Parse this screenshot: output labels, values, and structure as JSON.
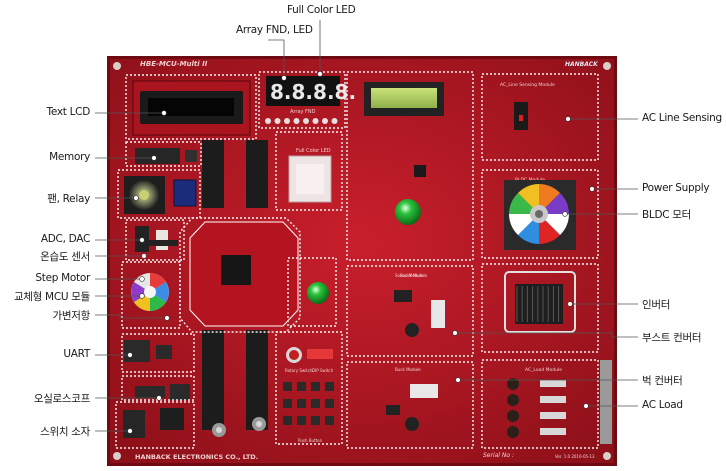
{
  "board": {
    "model": "HBE-MCU-Multi II",
    "maker": "HANBACK ELECTRONICS CO., LTD.",
    "serial": "Serial No :",
    "version": "Ver. 1.0 2010-05-13",
    "brand": "HANBACK",
    "fnd_digits": "8.8.8.8.",
    "silk": {
      "array_fnd": "Array FND",
      "full_color_led": "Full Color LED",
      "ac_line": "AC_Line Sensing Module",
      "bldc": "BLDC Module",
      "sound": "Sound Module",
      "boost": "Boost Module",
      "buck": "Buck Module",
      "acload": "AC_Load Module",
      "rotary": "Rotary Switch",
      "dip": "DIP Switch",
      "push": "Push Button"
    }
  },
  "labels": {
    "top": [
      {
        "id": "full-color-led",
        "text": "Full Color LED"
      },
      {
        "id": "array-fnd-led",
        "text": "Array FND, LED"
      }
    ],
    "left": [
      {
        "id": "text-lcd",
        "text": "Text LCD"
      },
      {
        "id": "memory",
        "text": "Memory"
      },
      {
        "id": "fan-relay",
        "text": "팬, Relay"
      },
      {
        "id": "adc-dac",
        "text": "ADC, DAC"
      },
      {
        "id": "temp-humidity",
        "text": "온습도 센서"
      },
      {
        "id": "step-motor",
        "text": "Step Motor"
      },
      {
        "id": "mcu-module",
        "text": "교체형 MCU 모듈"
      },
      {
        "id": "potentiometer",
        "text": "가변저항"
      },
      {
        "id": "uart",
        "text": "UART"
      },
      {
        "id": "oscilloscope",
        "text": "오실로스코프"
      },
      {
        "id": "switch",
        "text": "스위치 소자"
      }
    ],
    "right": [
      {
        "id": "ac-line",
        "text": "AC Line Sensing"
      },
      {
        "id": "power-supply",
        "text": "Power Supply"
      },
      {
        "id": "bldc",
        "text": "BLDC 모터"
      },
      {
        "id": "inverter",
        "text": "인버터"
      },
      {
        "id": "boost",
        "text": "부스트 컨버터"
      },
      {
        "id": "buck",
        "text": "벅 컨버터"
      },
      {
        "id": "ac-load",
        "text": "AC Load"
      }
    ]
  },
  "colors": {
    "pcb": "#b81824",
    "pcb_dark": "#7d0c14",
    "outline": "#f2f2f2",
    "leader": "#444444",
    "dot": "#ffffff"
  }
}
